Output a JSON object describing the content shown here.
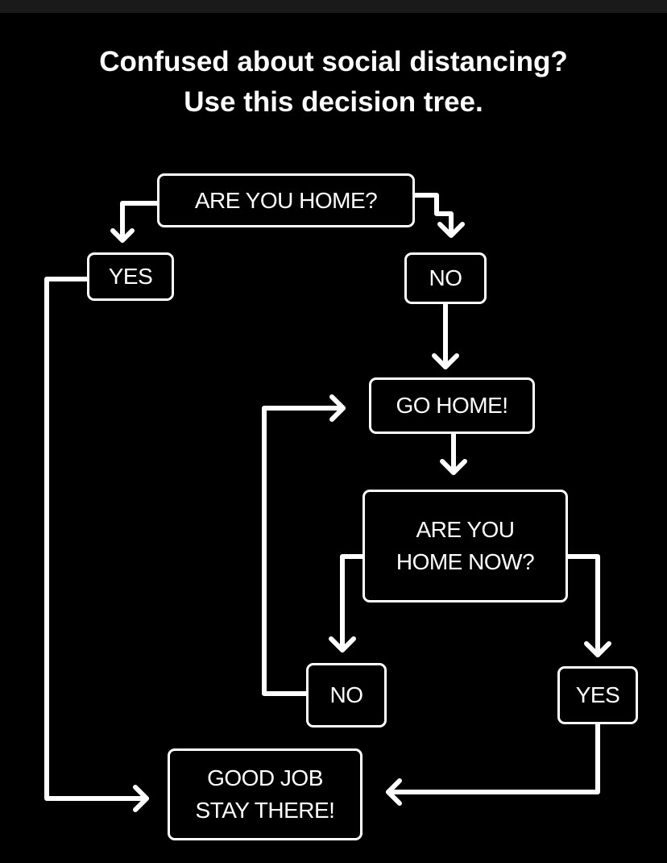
{
  "title": {
    "line1": "Confused about social distancing?",
    "line2": "Use this decision tree."
  },
  "nodes": {
    "are_you_home": {
      "label": "ARE YOU HOME?"
    },
    "yes_1": {
      "label": "YES"
    },
    "no_1": {
      "label": "NO"
    },
    "go_home": {
      "label": "GO HOME!"
    },
    "are_you_home_now": {
      "line1": "ARE YOU",
      "line2": "HOME NOW?"
    },
    "no_2": {
      "label": "NO"
    },
    "yes_2": {
      "label": "YES"
    },
    "good_job": {
      "line1": "GOOD JOB",
      "line2": "STAY THERE!"
    }
  },
  "colors": {
    "background": "#000000",
    "foreground": "#ffffff"
  }
}
